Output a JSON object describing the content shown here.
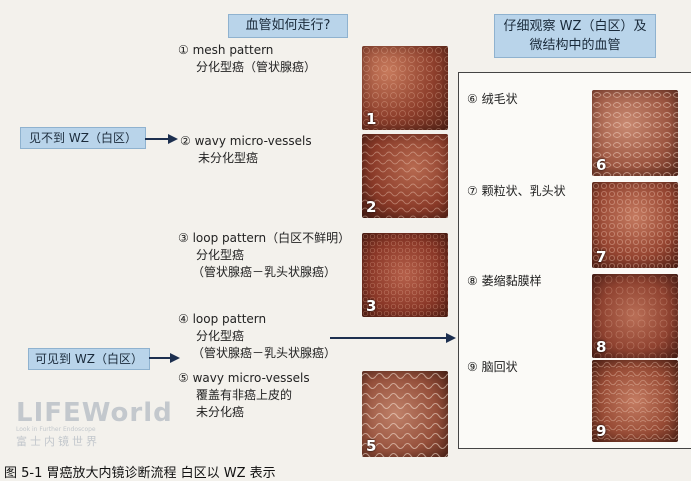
{
  "headers": {
    "left": "血管如何走行?",
    "right_line1": "仔细观察 WZ（白区）及",
    "right_line2": "微结构中的血管"
  },
  "side_labels": {
    "not_visible": "见不到 WZ（白区）",
    "visible": "可见到 WZ（白区）"
  },
  "categories": [
    {
      "lines": [
        "① mesh pattern",
        "分化型癌（管状腺癌）"
      ]
    },
    {
      "lines": [
        "② wavy micro-vessels",
        "未分化型癌"
      ]
    },
    {
      "lines": [
        "③ loop pattern（白区不鲜明）",
        "分化型癌",
        "（管状腺癌－乳头状腺癌）"
      ]
    },
    {
      "lines": [
        "④ loop pattern",
        "分化型癌",
        "（管状腺癌－乳头状腺癌）"
      ]
    },
    {
      "lines": [
        "⑤ wavy micro-vessels",
        "覆盖有非癌上皮的",
        "未分化癌"
      ]
    }
  ],
  "left_photo_numbers": [
    "1",
    "2",
    "3",
    "5"
  ],
  "right_categories": [
    {
      "label": "⑥ 绒毛状",
      "number": "6"
    },
    {
      "label": "⑦ 颗粒状、乳头状",
      "number": "7"
    },
    {
      "label": "⑧ 萎缩黏膜样",
      "number": "8"
    },
    {
      "label": "⑨ 脑回状",
      "number": "9"
    }
  ],
  "watermark": {
    "brand": "LIFEWorld",
    "tagline": "Look in Further Endoscope",
    "cn": "富士内镜世界"
  },
  "caption": "图 5-1   胃癌放大内镜诊断流程   白区以 WZ 表示"
}
